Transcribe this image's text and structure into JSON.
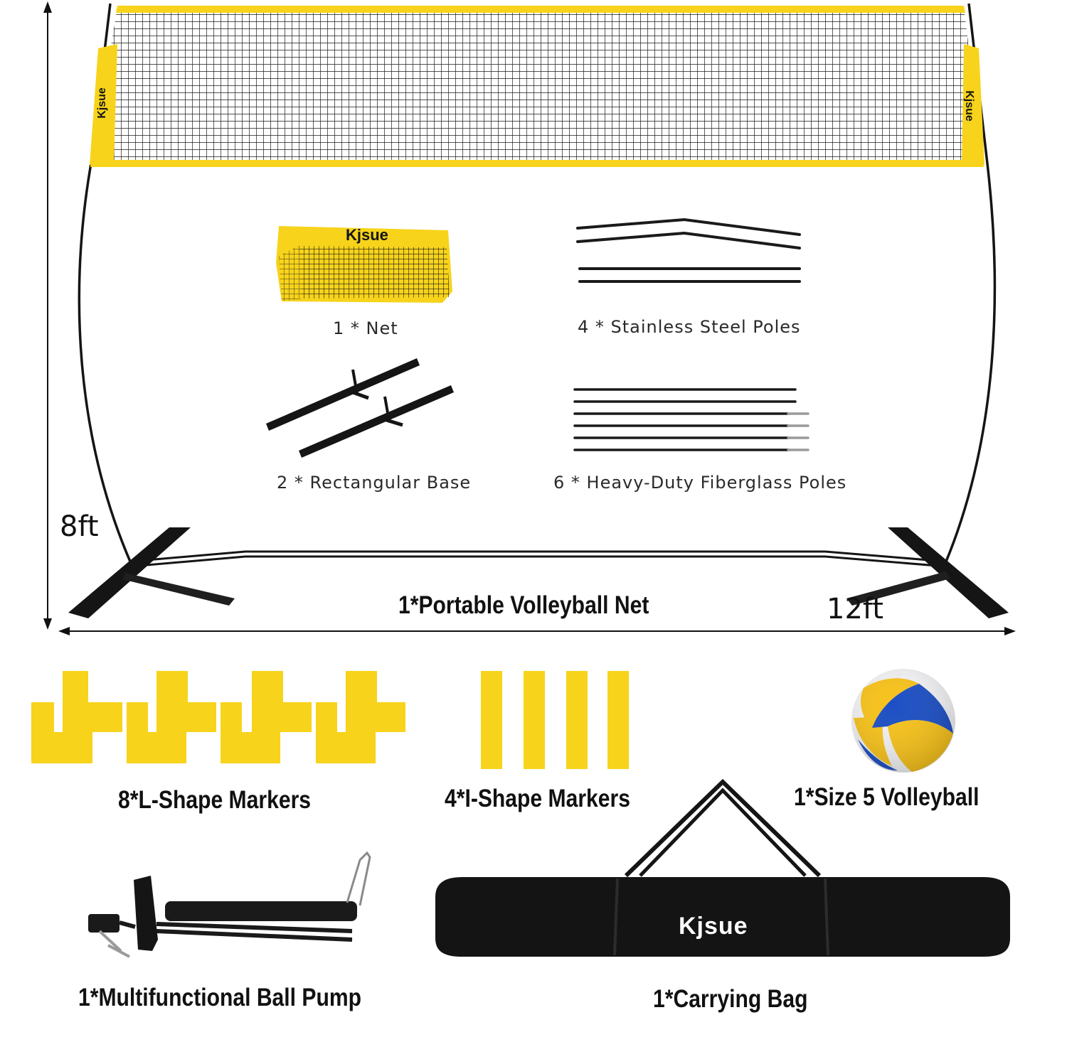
{
  "brand": {
    "name": "Kjsue",
    "accent_color": "#f7d31b",
    "dark_color": "#151515"
  },
  "dimensions": {
    "height": "8ft",
    "width": "12ft"
  },
  "parts": {
    "net": "1 * Net",
    "steel_poles": "4 * Stainless Steel Poles",
    "base": "2 * Rectangular Base",
    "fiberglass_poles": "6 * Heavy-Duty Fiberglass Poles"
  },
  "items": {
    "portable_net": "1*Portable Volleyball Net",
    "l_markers": "8*L-Shape Markers",
    "i_markers": "4*I-Shape Markers",
    "volleyball": "1*Size 5 Volleyball",
    "pump": "1*Multifunctional Ball Pump",
    "bag": "1*Carrying Bag"
  }
}
